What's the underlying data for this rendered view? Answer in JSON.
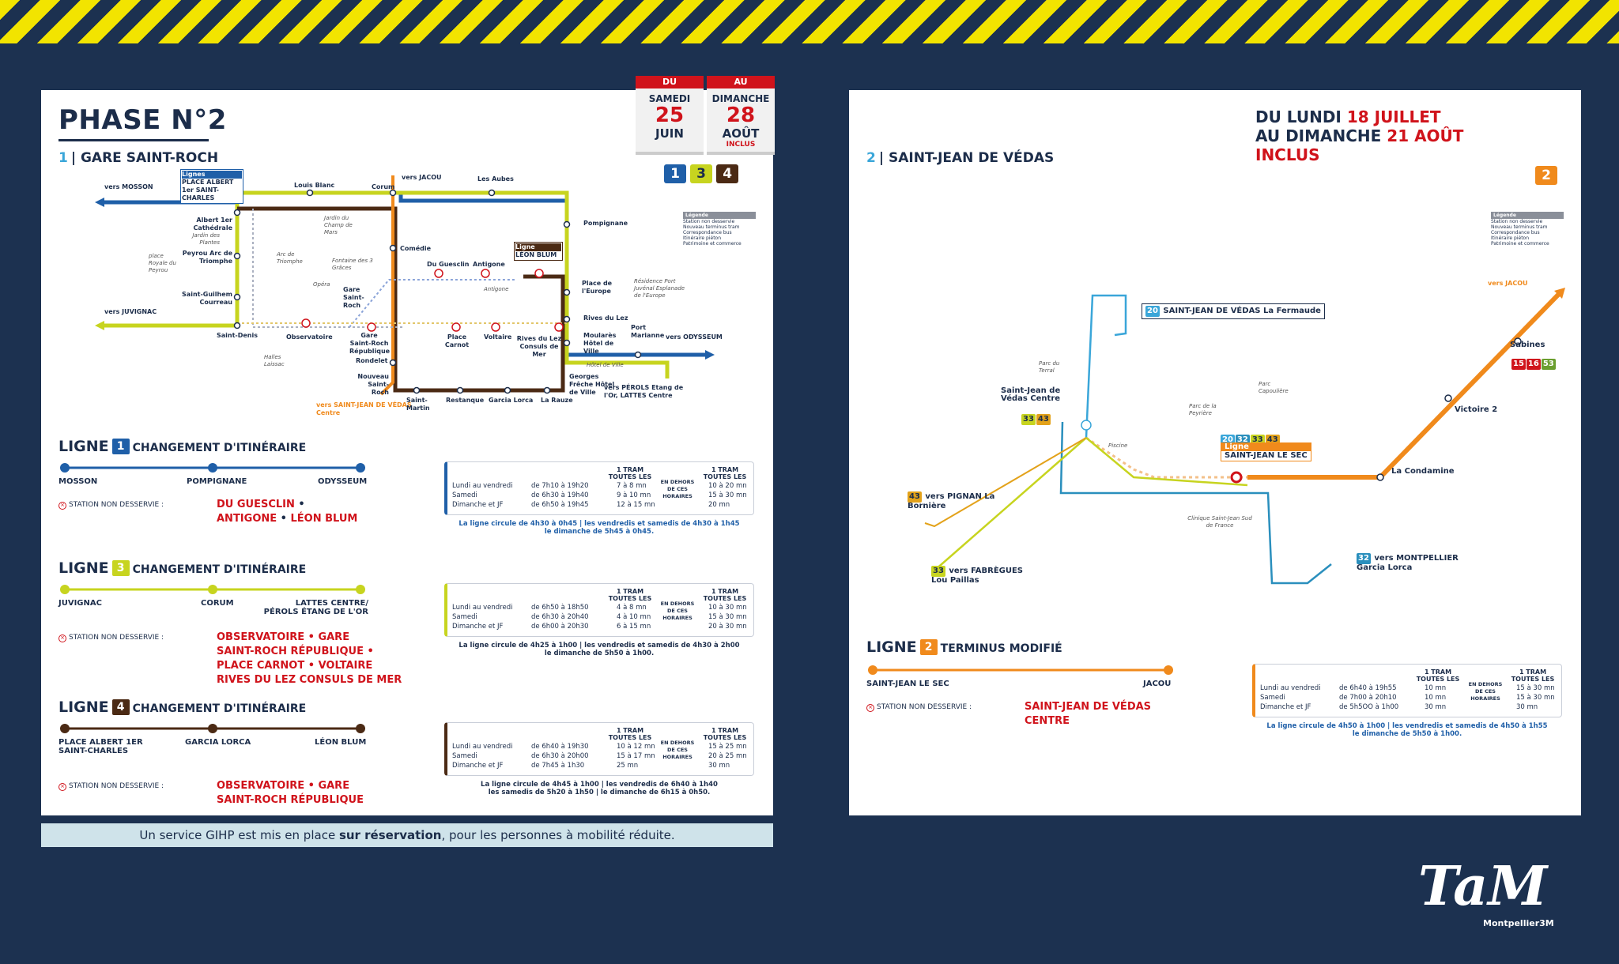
{
  "left_panel": {
    "phase_title": "PHASE N°2",
    "section_num": "1",
    "section_title": "| GARE SAINT-ROCH",
    "dates": {
      "from_head": "DU",
      "from_day": "SAMEDI",
      "from_num": "25",
      "from_month": "JUIN",
      "to_head": "AU",
      "to_day": "DIMANCHE",
      "to_num": "28",
      "to_month": "AOÛT",
      "to_incl": "INCLUS"
    },
    "line_badges": [
      "1",
      "3",
      "4"
    ],
    "map_labels": {
      "mosson_vers": "vers",
      "mosson": "MOSSON",
      "juvignac_vers": "vers",
      "juvignac": "JUVIGNAC",
      "odysseum_vers": "vers",
      "odysseum": "ODYSSEUM",
      "jacou_vers": "vers",
      "jacou": "JACOU",
      "perols": "PÉROLS Etang de l'Or, LATTES Centre",
      "perols_vers": "vers",
      "sjv_vers": "vers",
      "sjv": "SAINT-JEAN DE VÉDAS Centre",
      "lignes_box_line1": "Lignes",
      "lignes_box_line2": "PLACE ALBERT 1er SAINT-CHARLES",
      "ligne4_box_line1": "Ligne",
      "ligne4_box_line2": "LÉON BLUM",
      "louis_blanc": "Louis Blanc",
      "corum": "Corum",
      "les_aubes": "Les Aubes",
      "albert": "Albert 1er Cathédrale",
      "jardin_plantes": "Jardin des Plantes",
      "peyrou": "Peyrou Arc de Triomphe",
      "place_royale": "place Royale du Peyrou",
      "arc": "Arc de Triomphe",
      "jardin_champ": "Jardin du Champ de Mars",
      "fontaine": "Fontaine des 3 Grâces",
      "opera": "Opéra",
      "comedie": "Comédie",
      "du_guesclin": "Du Guesclin",
      "antigone": "Antigone",
      "antigone_note": "Antigone",
      "pompignane": "Pompignane",
      "place_europe": "Place de l'Europe",
      "residence": "Résidence Port Juvénal Esplanade de l'Europe",
      "saint_guilhem": "Saint-Guilhem Courreau",
      "gare": "Gare Saint-Roch",
      "saint_denis": "Saint-Denis",
      "observatoire": "Observatoire",
      "halles": "Halles Laissac",
      "gare_rep": "Gare Saint-Roch République",
      "place_carnot": "Place Carnot",
      "voltaire": "Voltaire",
      "rives": "Rives du Lez Consuls de Mer",
      "rives_du_lez": "Rives du Lez",
      "moulares": "Moularès Hôtel de Ville",
      "port_marianne": "Port Marianne",
      "hotel_ville": "Hôtel de Ville",
      "georges": "Georges Frêche Hôtel de Ville",
      "rondelet": "Rondelet",
      "nouveau": "Nouveau Saint-Roch",
      "saint_martin": "Saint-Martin",
      "restanque": "Restanque",
      "garcia": "Garcia Lorca",
      "la_rauze": "La Rauze"
    },
    "legend": {
      "head": "Légende",
      "items": [
        "Station non desservie",
        "Nouveau terminus tram",
        "Correspondance bus",
        "Itinéraire piéton",
        "Patrimoine et commerce"
      ]
    },
    "lignes": [
      {
        "num": "1",
        "title": "LIGNE",
        "subtitle": "CHANGEMENT D'ITINÉRAIRE",
        "stops": [
          "MOSSON",
          "POMPIGNANE",
          "ODYSSEUM"
        ],
        "nd_label": "STATION NON DESSERVIE :",
        "nd_line1": "DU GUESCLIN",
        "nd_line1_sep": "•",
        "nd_line2a": "ANTIGONE",
        "nd_line2_sep": "•",
        "nd_line2b": "LÉON BLUM",
        "hours": {
          "h_tram": "1 TRAM",
          "h_toutes": "TOUTES LES",
          "h_dehors": "EN DEHORS DE CES HORAIRES",
          "rows": [
            {
              "day": "Lundi au vendredi",
              "range": "de 7h10 à 19h20",
              "freq": "7 à 8 mn",
              "off": "10 à 20 mn"
            },
            {
              "day": "Samedi",
              "range": "de 6h30 à 19h40",
              "freq": "9 à 10 mn",
              "off": "15 à 30 mn"
            },
            {
              "day": "Dimanche et JF",
              "range": "de 6h50 à 19h45",
              "freq": "12 à 15 mn",
              "off": "20 mn"
            }
          ],
          "foot1": "La ligne circule de 4h30 à 0h45 | les vendredis et samedis de 4h30 à 1h45",
          "foot2": "le dimanche de 5h45 à 0h45."
        }
      },
      {
        "num": "3",
        "title": "LIGNE",
        "subtitle": "CHANGEMENT D'ITINÉRAIRE",
        "stops": [
          "JUVIGNAC",
          "CORUM",
          "LATTES CENTRE/ PÉROLS ÉTANG DE L'OR"
        ],
        "nd_label": "STATION NON DESSERVIE :",
        "nd_lines": [
          "OBSERVATOIRE • GARE",
          "SAINT-ROCH RÉPUBLIQUE •",
          "PLACE CARNOT • VOLTAIRE",
          "RIVES DU LEZ CONSULS DE MER"
        ],
        "hours": {
          "h_tram": "1 TRAM",
          "h_toutes": "TOUTES LES",
          "h_dehors": "EN DEHORS DE CES HORAIRES",
          "rows": [
            {
              "day": "Lundi au vendredi",
              "range": "de 6h50 à 18h50",
              "freq": "4 à 8 mn",
              "off": "10 à 30 mn"
            },
            {
              "day": "Samedi",
              "range": "de 6h30 à 20h40",
              "freq": "4 à 10 mn",
              "off": "15 à 30 mn"
            },
            {
              "day": "Dimanche et JF",
              "range": "de 6h00 à 20h30",
              "freq": "6 à 15 mn",
              "off": "20 à 30 mn"
            }
          ],
          "foot1": "La ligne circule de 4h25 à 1h00 | les vendredis et samedis de 4h30 à 2h00",
          "foot2": "le dimanche de 5h50 à 1h00."
        }
      },
      {
        "num": "4",
        "title": "LIGNE",
        "subtitle": "CHANGEMENT D'ITINÉRAIRE",
        "stops": [
          "PLACE ALBERT 1ER SAINT-CHARLES",
          "GARCIA LORCA",
          "LÉON BLUM"
        ],
        "nd_label": "STATION NON DESSERVIE :",
        "nd_lines": [
          "OBSERVATOIRE • GARE",
          "SAINT-ROCH RÉPUBLIQUE"
        ],
        "hours": {
          "h_tram": "1 TRAM",
          "h_toutes": "TOUTES LES",
          "h_dehors": "EN DEHORS DE CES HORAIRES",
          "rows": [
            {
              "day": "Lundi au vendredi",
              "range": "de 6h40 à 19h30",
              "freq": "10 à 12 mn",
              "off": "15 à 25 mn"
            },
            {
              "day": "Samedi",
              "range": "de 6h30 à 20h00",
              "freq": "15 à 17 mn",
              "off": "20 à 25 mn"
            },
            {
              "day": "Dimanche et JF",
              "range": "de 7h45 à 1h30",
              "freq": "25 mn",
              "off": "30 mn"
            }
          ],
          "foot1": "La ligne circule de 4h45 à 1h00 | les vendredis de 6h40 à 1h40",
          "foot2": "les samedis de 5h20 à 1h50 | le dimanche de 6h15 à 0h50."
        }
      }
    ]
  },
  "gihp": {
    "pre": "Un service GIHP est mis en place ",
    "bold": "sur réservation",
    "post": ", pour les personnes à mobilité réduite."
  },
  "right_panel": {
    "period_l1a": "DU LUNDI ",
    "period_l1b": "18 JUILLET",
    "period_l2a": "AU DIMANCHE ",
    "period_l2b": "21 AOÛT INCLUS",
    "section_num": "2",
    "section_title": "| SAINT-JEAN DE VÉDAS",
    "line_badge": "2",
    "legend": {
      "head": "Légende",
      "items": [
        "Station non desservie",
        "Nouveau terminus tram",
        "Correspondance bus",
        "Itinéraire piéton",
        "Patrimoine et commerce"
      ]
    },
    "map_labels": {
      "fermaude_num": "20",
      "fermaude": "SAINT-JEAN DE VÉDAS La Fermaude",
      "parc_terral": "Parc du Terral",
      "sjv_centre": "Saint-Jean de Védas Centre",
      "piscine": "Piscine",
      "parc_peyriere": "Parc de la Peyrière",
      "parc_capouliere": "Parc Capoulière",
      "ligne2_box1": "Ligne",
      "ligne2_box2": "SAINT-JEAN LE SEC",
      "clinique": "Clinique Saint-Jean Sud de France",
      "pignan": "vers PIGNAN La Bornière",
      "fabregues": "vers FABRÈGUES Lou Paillas",
      "montpellier": "vers MONTPELLIER Garcia Lorca",
      "la_condamine": "La Condamine",
      "victoire": "Victoire 2",
      "sabines": "Sabines",
      "jacou_vers": "vers",
      "jacou": "JACOU"
    },
    "ligne": {
      "num": "2",
      "title": "LIGNE",
      "subtitle": "TERMINUS MODIFIÉ",
      "stops": [
        "SAINT-JEAN LE SEC",
        "JACOU"
      ],
      "nd_label": "STATION NON DESSERVIE :",
      "nd_lines": [
        "SAINT-JEAN DE VÉDAS",
        "CENTRE"
      ],
      "hours": {
        "h_tram": "1 TRAM",
        "h_toutes": "TOUTES LES",
        "h_dehors": "EN DEHORS DE CES HORAIRES",
        "rows": [
          {
            "day": "Lundi au vendredi",
            "range": "de 6h40 à 19h55",
            "freq": "10 mn",
            "off": "15 à 30 mn"
          },
          {
            "day": "Samedi",
            "range": "de 7h00 à 20h10",
            "freq": "10 mn",
            "off": "15 à 30 mn"
          },
          {
            "day": "Dimanche et JF",
            "range": "de 5h5OO à 1h00",
            "freq": "30 mn",
            "off": "30 mn"
          }
        ],
        "foot1": "La ligne circule de 4h50 à 1h00 | les vendredis et samedis de 4h50 à 1h55",
        "foot2": "le dimanche de 5h50 à 1h00."
      }
    }
  },
  "logo": {
    "brand": "TaM",
    "sub": "Montpellier3M"
  },
  "colors": {
    "navy": "#1c3150",
    "red": "#d0131b",
    "line1": "#1f5fa8",
    "line2": "#f08a1c",
    "line3": "#c7d41f",
    "line4": "#4b2a14",
    "yellow_stripe": "#f2e400"
  }
}
